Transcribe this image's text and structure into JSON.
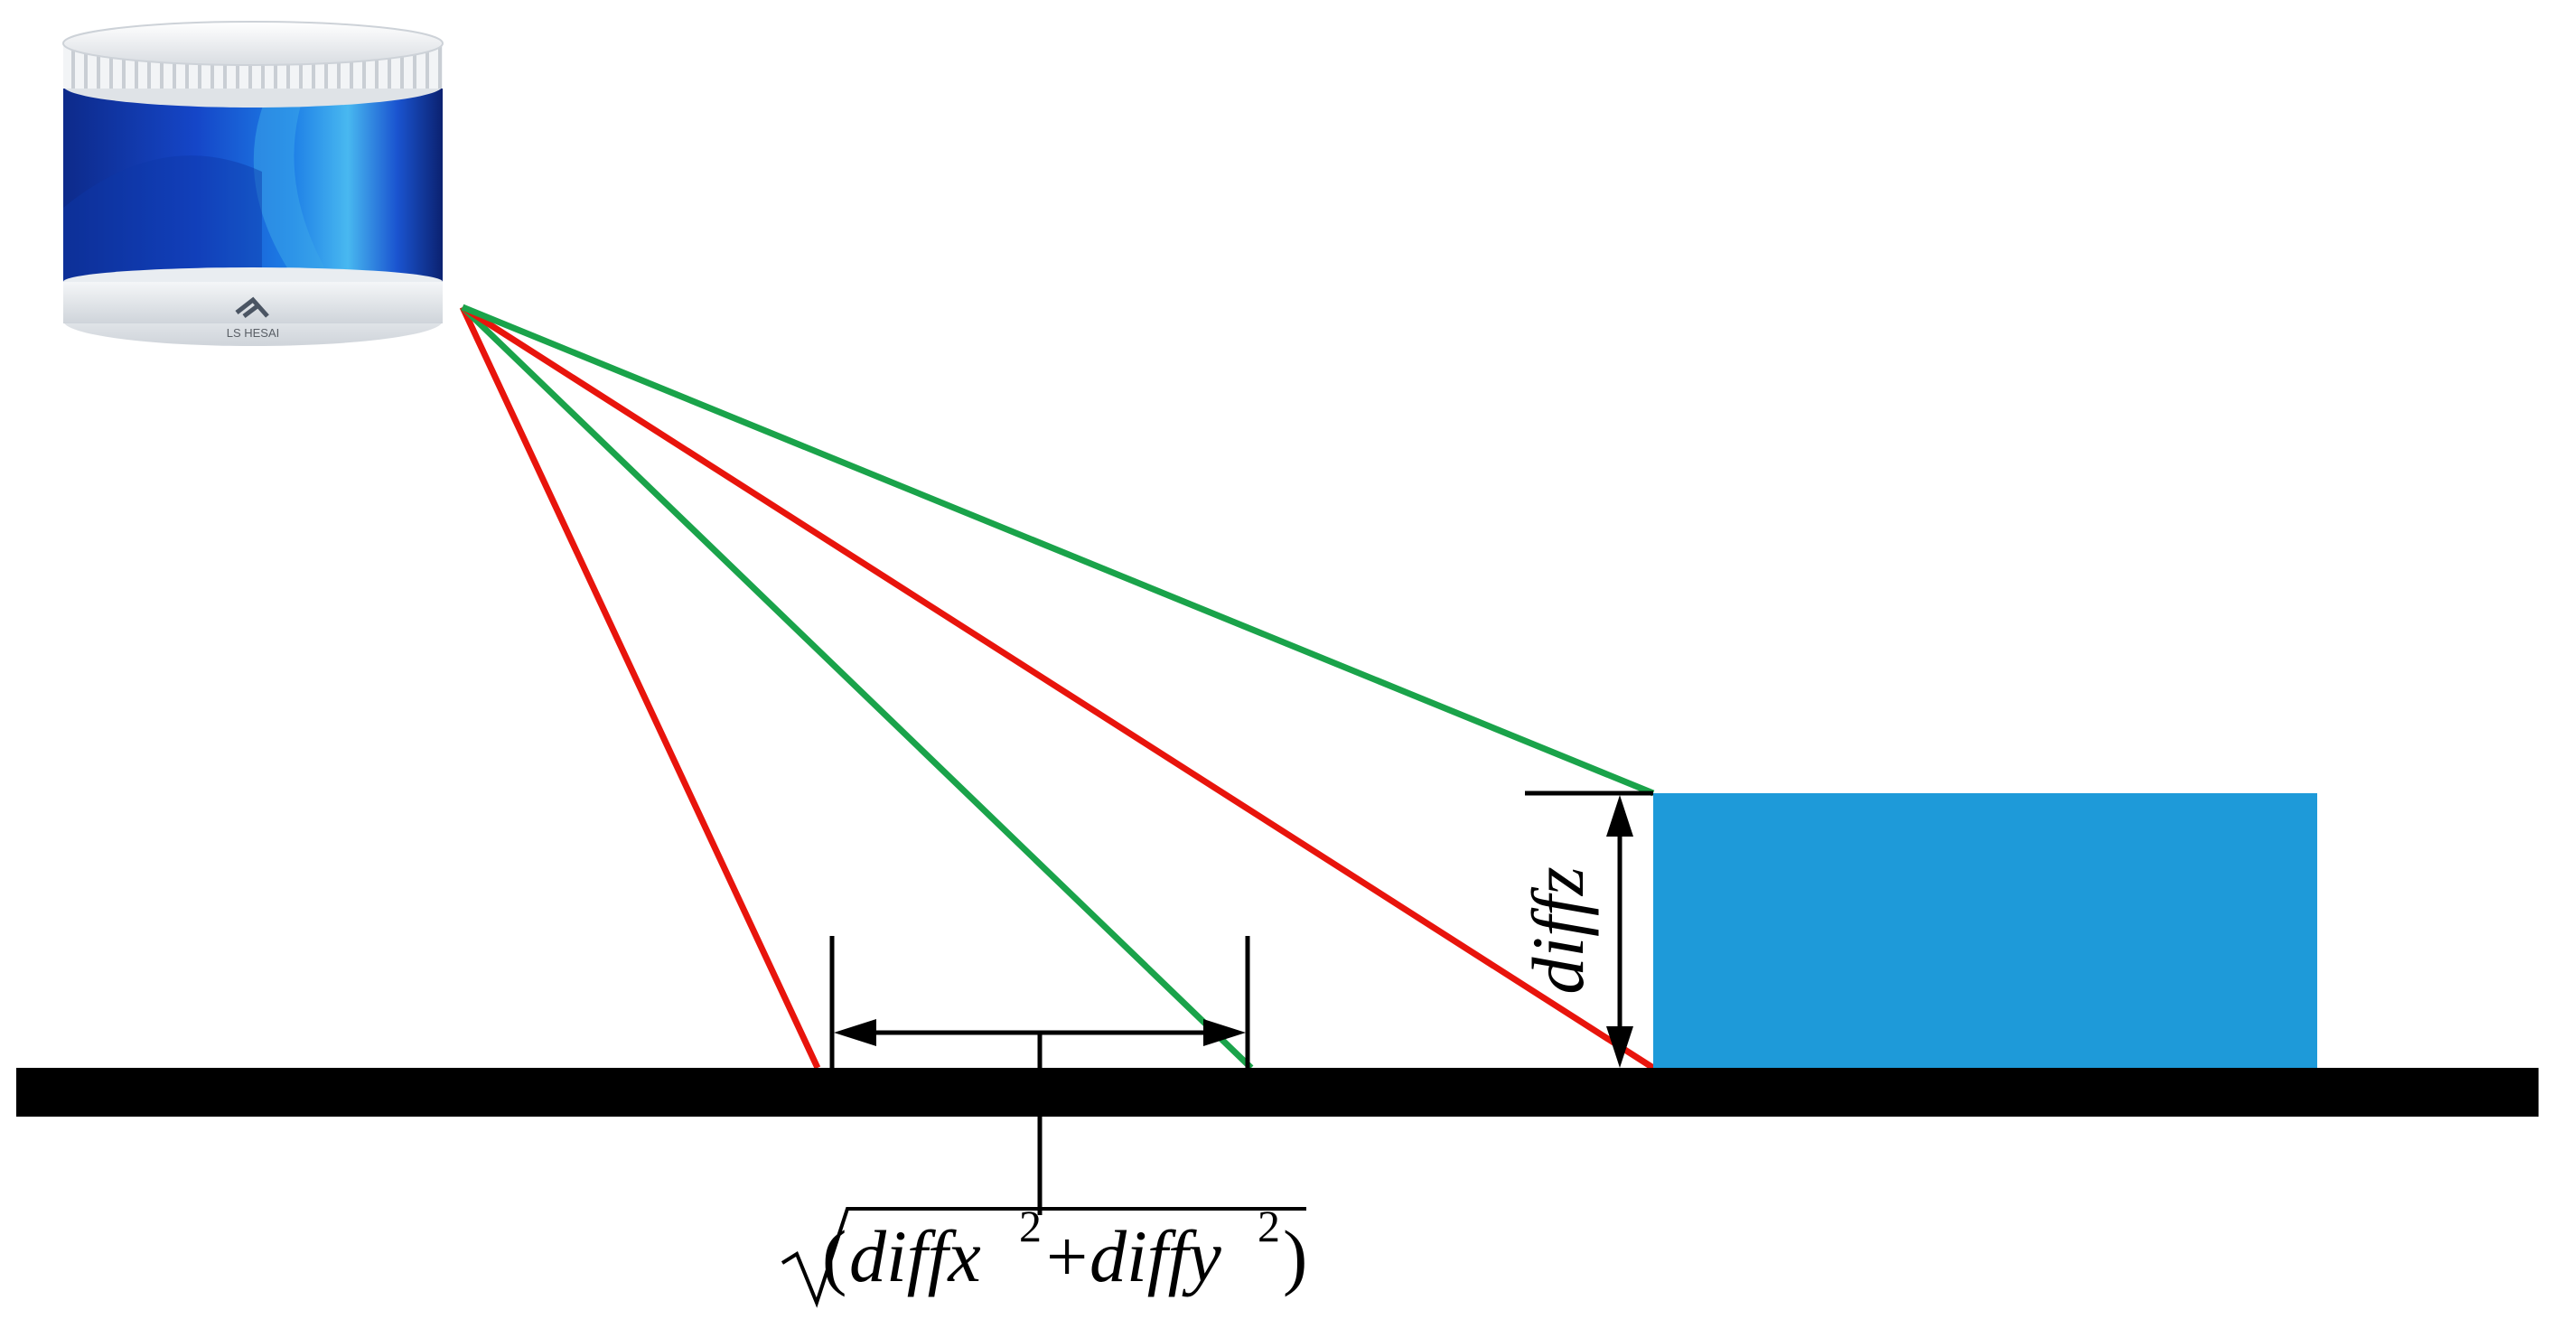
{
  "colors": {
    "ground": "#000000",
    "obstacle": "#1e9ad9",
    "green_ray": "#1aa34a",
    "red_ray": "#e8140c",
    "dimension": "#000000"
  },
  "lidar": {
    "icon": "lidar-sensor-icon",
    "brand_text": "LS HESAI"
  },
  "labels": {
    "diff_z": "diffz",
    "formula_open": "(",
    "formula_dx": "diffx",
    "formula_plus": "+",
    "formula_dy": "diffy",
    "formula_close": ")",
    "formula_exponent": "2"
  }
}
